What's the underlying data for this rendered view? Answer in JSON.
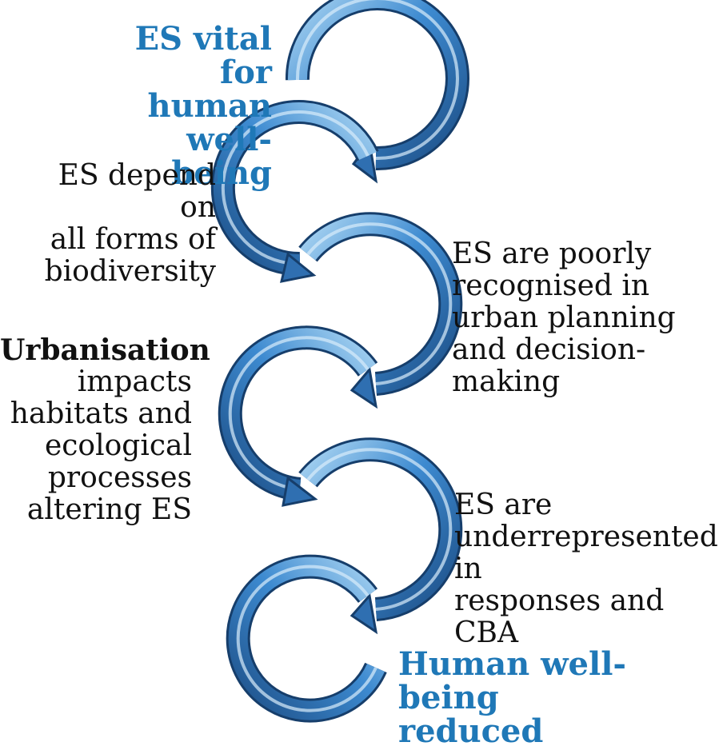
{
  "steps": [
    {
      "lines": [
        "ES vital for",
        "human well-",
        "being"
      ]
    },
    {
      "lines": [
        "ES depend on",
        "all forms of",
        "biodiversity"
      ]
    },
    {
      "lines": [
        "ES are poorly",
        "recognised in",
        "urban planning",
        "and decision-",
        "making"
      ]
    },
    {
      "lines": [
        "Urbanisation",
        "impacts",
        "habitats and",
        "ecological",
        "processes",
        "altering ES"
      ]
    },
    {
      "lines": [
        "ES are",
        "underrepresented in",
        "responses and CBA"
      ]
    },
    {
      "lines": [
        "Human well-",
        "being reduced"
      ]
    }
  ],
  "colors": {
    "highlight": "#1f78b7",
    "arrow_dark": "#1e4f86",
    "arrow_light": "#7fbbe8"
  }
}
